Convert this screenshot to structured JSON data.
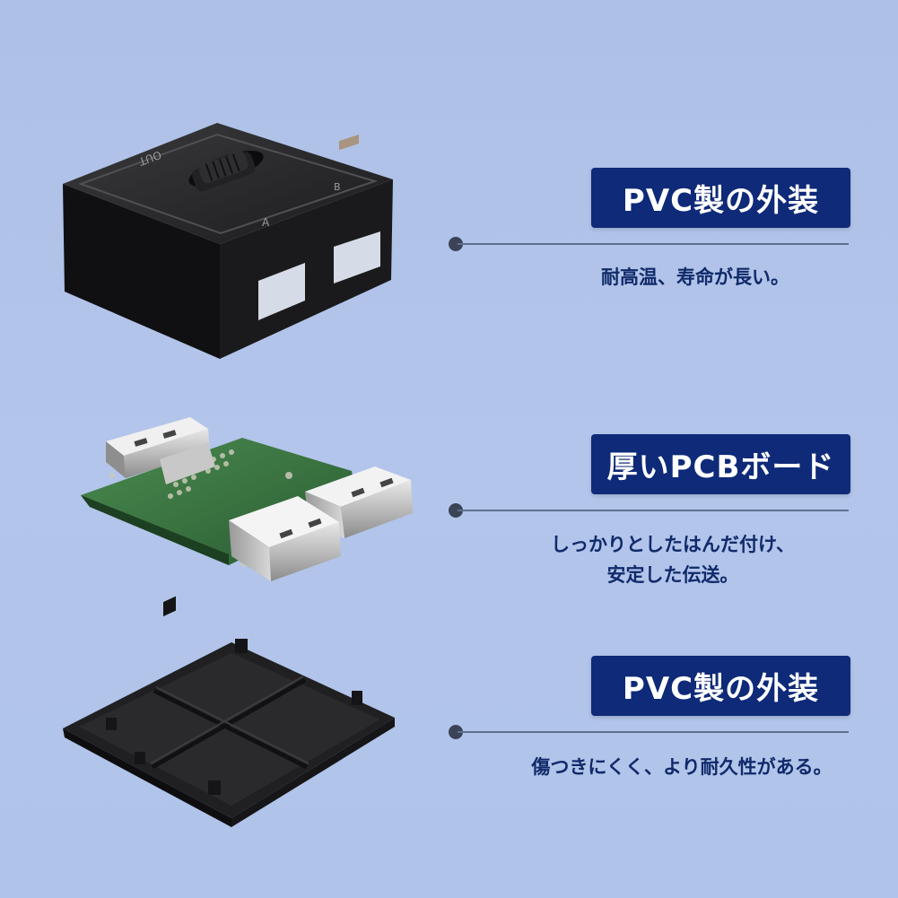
{
  "device": {
    "label_out": "OUT",
    "label_a": "A",
    "label_b": "B"
  },
  "sections": [
    {
      "heading": "PVC製の外装",
      "description": [
        "耐高温、寿命が長い。"
      ]
    },
    {
      "heading": "厚いPCBボード",
      "description": [
        "しっかりとしたはんだ付け、",
        "安定した伝送。"
      ]
    },
    {
      "heading": "PVC製の外装",
      "description": [
        "傷つきにくく、より耐久性がある。"
      ]
    }
  ],
  "colors": {
    "background": "#b0c3e9",
    "badge": "#0e2a78",
    "caption_text": "#102a6a",
    "pcb_green": "#2f6a3a"
  }
}
